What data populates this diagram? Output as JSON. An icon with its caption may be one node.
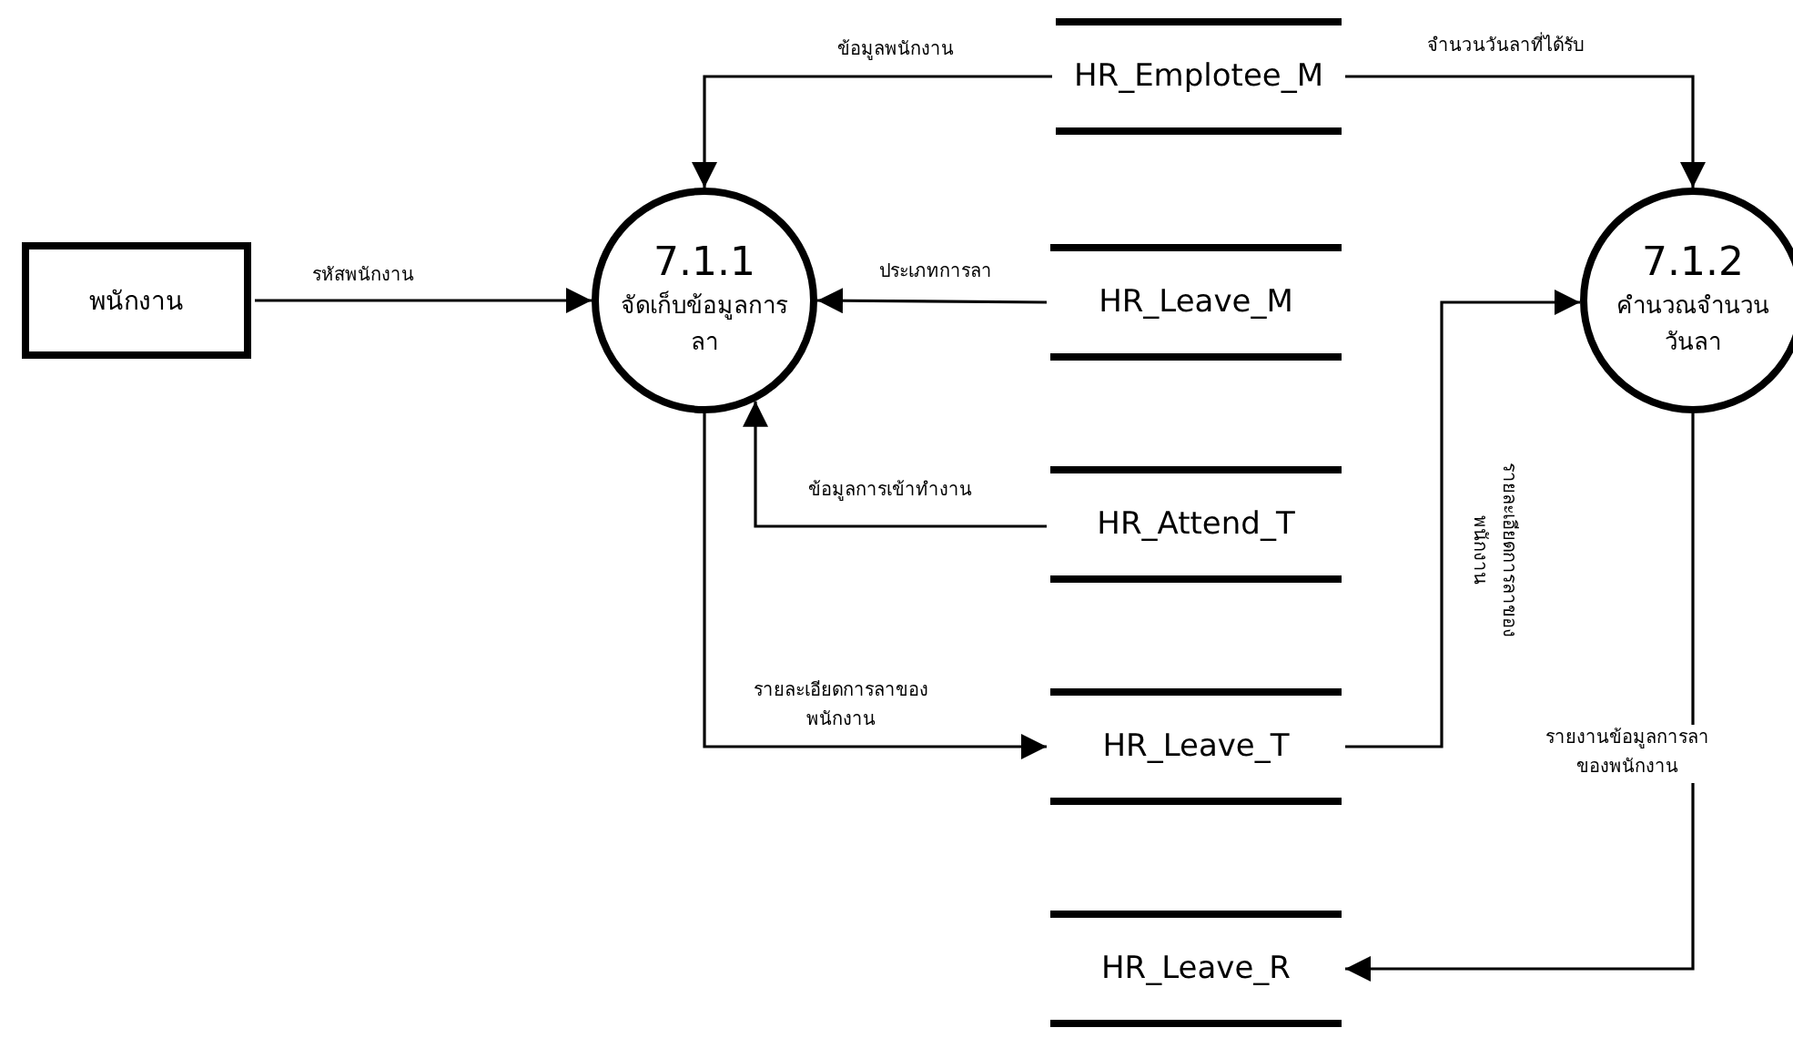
{
  "diagram": {
    "nodes": [
      {
        "text": [
          "พนักงาน"
        ]
      },
      {
        "text": [
          "7.1.1",
          "จัดเก็บข้อมูลการลา"
        ]
      },
      {
        "text": [
          "HR_Emplotee_M"
        ]
      },
      {
        "text": [
          "HR_Leave_M"
        ]
      },
      {
        "text": [
          "HR_Attend_T"
        ]
      },
      {
        "text": [
          "HR_Leave_T"
        ]
      },
      {
        "text": [
          "HR_Leave_R"
        ]
      },
      {
        "text": [
          "7.1.2",
          "คำนวณจำนวนวันลา"
        ]
      }
    ],
    "edges": [
      {
        "from": 0,
        "to": 1,
        "arrow": "to",
        "label": "รหัสพนักงาน"
      },
      {
        "from": 2,
        "to": 1,
        "arrow": "to",
        "label": "ข้อมูลพนักงาน"
      },
      {
        "from": 3,
        "to": 1,
        "arrow": "to",
        "label": "ประเภทการลา"
      },
      {
        "from": 4,
        "to": 1,
        "arrow": "to",
        "label": "ข้อมูลการเข้าทำงาน"
      },
      {
        "from": 1,
        "to": 5,
        "arrow": "to",
        "label": "รายละเอียดการลาของพนักงาน"
      },
      {
        "from": 2,
        "to": 7,
        "arrow": "to",
        "label": "จำนวนวันลาที่ได้รับ"
      },
      {
        "from": 5,
        "to": 7,
        "arrow": "to",
        "label": "รายละเอียดการลาของพนักงาน"
      },
      {
        "from": 7,
        "to": 6,
        "arrow": "to",
        "label": "รายงานข้อมูลการลาของพนักงาน"
      }
    ]
  }
}
